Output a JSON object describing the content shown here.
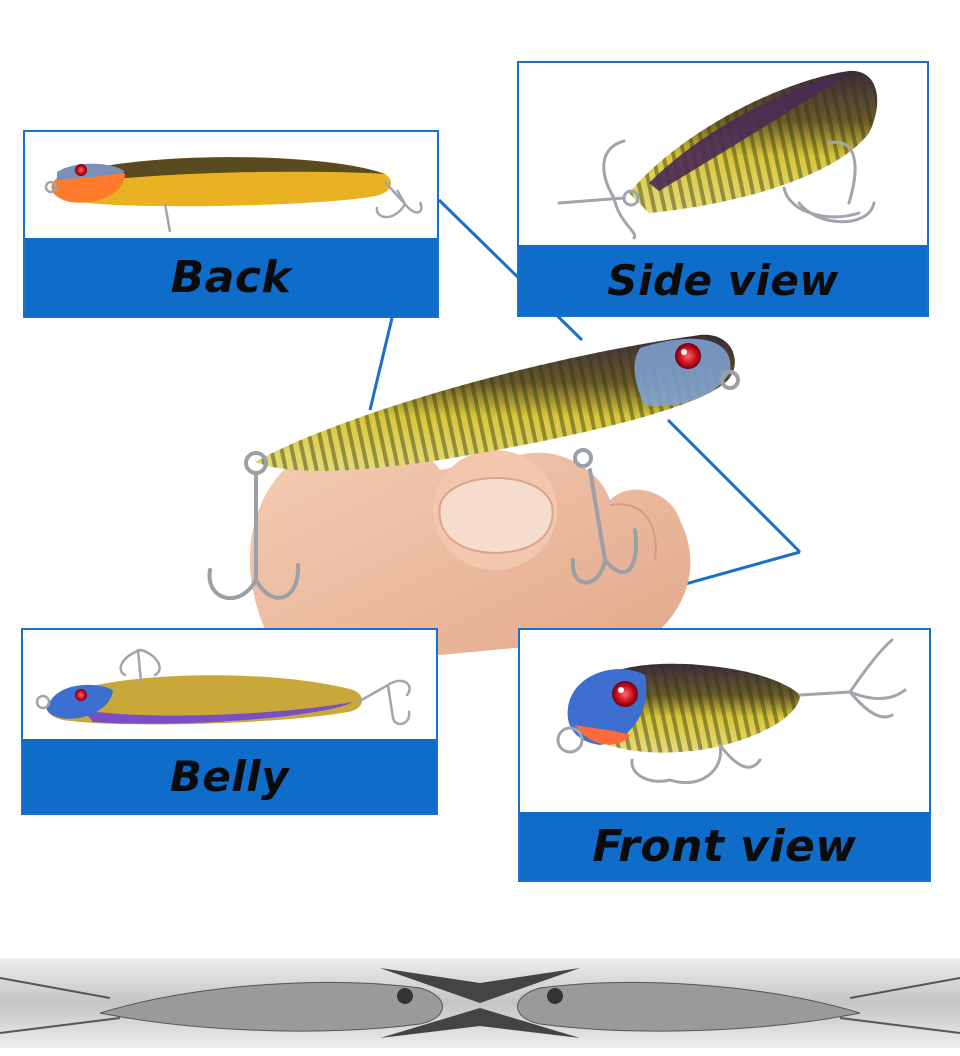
{
  "panels": {
    "back": {
      "label": "Back"
    },
    "side": {
      "label": "Side view"
    },
    "belly": {
      "label": "Belly"
    },
    "front": {
      "label": "Front view"
    }
  },
  "colors": {
    "accent_blue": "#0f6cc9",
    "border_blue": "#1a6fc8",
    "label_text": "#0b0b0b",
    "lure_gold": "#c9b52a",
    "lure_purple": "#4a2a55",
    "lure_orange": "#f5a623",
    "lure_head_blue": "#3d6fd1",
    "eye_red": "#d01020"
  }
}
